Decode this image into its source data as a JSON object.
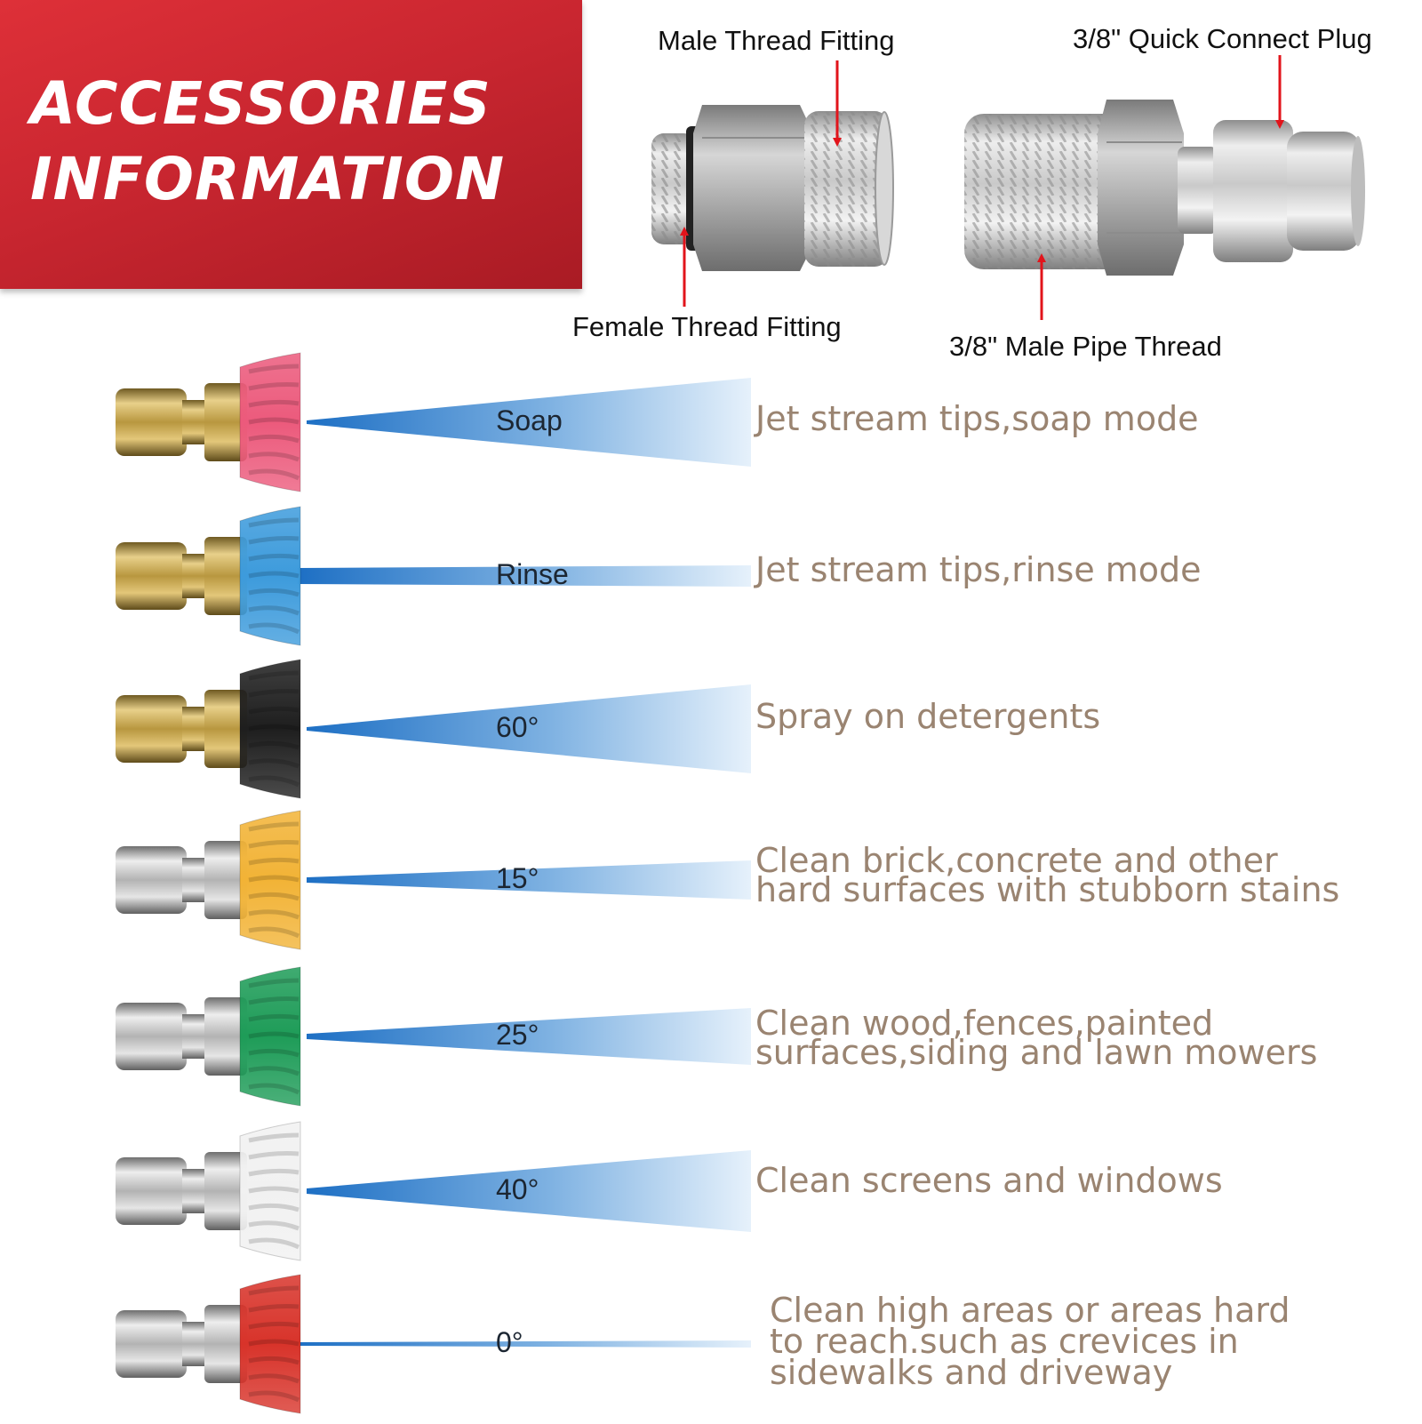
{
  "banner": {
    "line1": "ACCESSORIES",
    "line2": "INFORMATION",
    "bg_color": "#c92630"
  },
  "fittings": {
    "male_thread": "Male Thread Fitting",
    "female_thread": "Female Thread Fitting",
    "quick_connect_plug": "3/8\" Quick Connect Plug",
    "male_pipe_thread": "3/8\" Male Pipe Thread",
    "arrow_color": "#e2141b"
  },
  "tips": [
    {
      "label": "Soap",
      "cap_color": "#ec5a7c",
      "body": "brass",
      "spray": "wide-cone",
      "desc_lines": [
        "Jet stream tips,soap mode"
      ]
    },
    {
      "label": "Rinse",
      "cap_color": "#3d9bdc",
      "body": "brass",
      "spray": "jet",
      "desc_lines": [
        "Jet stream tips,rinse mode"
      ]
    },
    {
      "label": "60°",
      "cap_color": "#1e1e1e",
      "body": "brass",
      "spray": "wide-cone",
      "desc_lines": [
        "Spray on detergents"
      ]
    },
    {
      "label": "15°",
      "cap_color": "#f2b336",
      "body": "steel",
      "spray": "narrow",
      "desc_lines": [
        "Clean brick,concrete and other",
        "hard surfaces with stubborn stains"
      ]
    },
    {
      "label": "25°",
      "cap_color": "#1e9c58",
      "body": "steel",
      "spray": "medium",
      "desc_lines": [
        "Clean wood,fences,painted",
        "surfaces,siding and lawn mowers"
      ]
    },
    {
      "label": "40°",
      "cap_color": "#f1f1f1",
      "body": "steel",
      "spray": "wide",
      "desc_lines": [
        "Clean screens and windows"
      ]
    },
    {
      "label": "0°",
      "cap_color": "#d8332a",
      "body": "steel",
      "spray": "line",
      "desc_lines": [
        "Clean high areas or areas hard",
        "to reach.such as crevices in",
        "sidewalks and driveway"
      ]
    }
  ]
}
